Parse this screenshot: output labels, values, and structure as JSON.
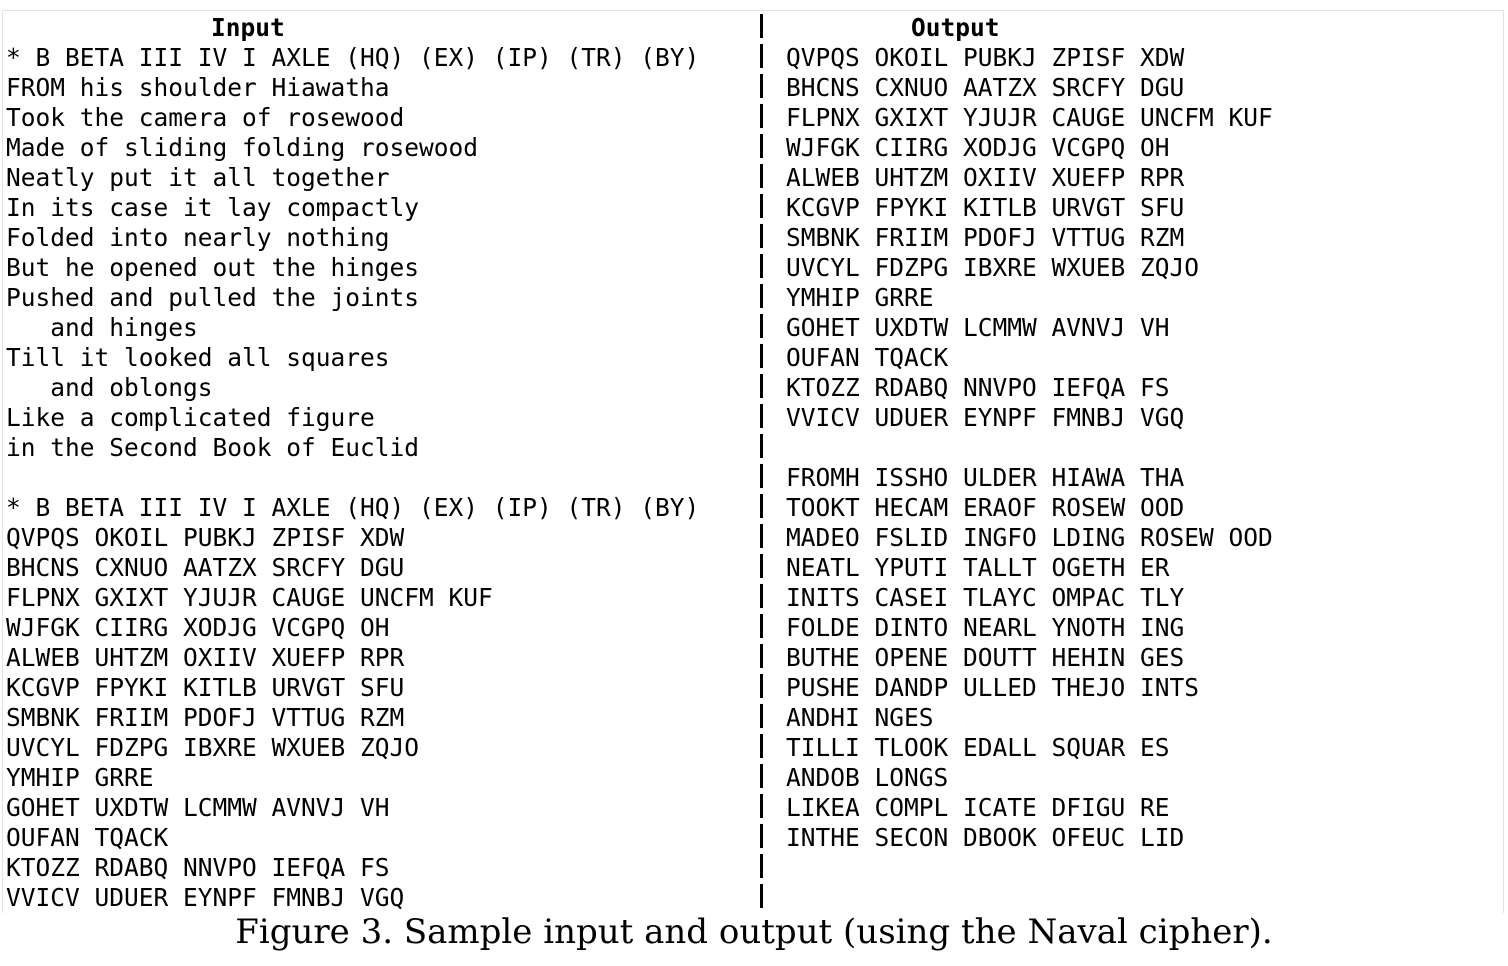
{
  "figure": {
    "input_heading": "Input",
    "output_heading": "Output",
    "input_lines": [
      "* B BETA III IV I AXLE (HQ) (EX) (IP) (TR) (BY)",
      "FROM his shoulder Hiawatha",
      "Took the camera of rosewood",
      "Made of sliding folding rosewood",
      "Neatly put it all together",
      "In its case it lay compactly",
      "Folded into nearly nothing",
      "But he opened out the hinges",
      "Pushed and pulled the joints",
      "   and hinges",
      "Till it looked all squares",
      "   and oblongs",
      "Like a complicated figure",
      "in the Second Book of Euclid",
      "",
      "* B BETA III IV I AXLE (HQ) (EX) (IP) (TR) (BY)",
      "QVPQS OKOIL PUBKJ ZPISF XDW",
      "BHCNS CXNUO AATZX SRCFY DGU",
      "FLPNX GXIXT YJUJR CAUGE UNCFM KUF",
      "WJFGK CIIRG XODJG VCGPQ OH",
      "ALWEB UHTZM OXIIV XUEFP RPR",
      "KCGVP FPYKI KITLB URVGT SFU",
      "SMBNK FRIIM PDOFJ VTTUG RZM",
      "UVCYL FDZPG IBXRE WXUEB ZQJO",
      "YMHIP GRRE",
      "GOHET UXDTW LCMMW AVNVJ VH",
      "OUFAN TQACK",
      "KTOZZ RDABQ NNVPO IEFQA FS",
      "VVICV UDUER EYNPF FMNBJ VGQ"
    ],
    "output_lines": [
      "QVPQS OKOIL PUBKJ ZPISF XDW",
      "BHCNS CXNUO AATZX SRCFY DGU",
      "FLPNX GXIXT YJUJR CAUGE UNCFM KUF",
      "WJFGK CIIRG XODJG VCGPQ OH",
      "ALWEB UHTZM OXIIV XUEFP RPR",
      "KCGVP FPYKI KITLB URVGT SFU",
      "SMBNK FRIIM PDOFJ VTTUG RZM",
      "UVCYL FDZPG IBXRE WXUEB ZQJO",
      "YMHIP GRRE",
      "GOHET UXDTW LCMMW AVNVJ VH",
      "OUFAN TQACK",
      "KTOZZ RDABQ NNVPO IEFQA FS",
      "VVICV UDUER EYNPF FMNBJ VGQ",
      "",
      "FROMH ISSHO ULDER HIAWA THA",
      "TOOKT HECAM ERAOF ROSEW OOD",
      "MADEO FSLID INGFO LDING ROSEW OOD",
      "NEATL YPUTI TALLT OGETH ER",
      "INITS CASEI TLAYC OMPAC TLY",
      "FOLDE DINTO NEARL YNOTH ING",
      "BUTHE OPENE DOUTT HEHIN GES",
      "PUSHE DANDP ULLED THEJO INTS",
      "ANDHI NGES",
      "TILLI TLOOK EDALL SQUAR ES",
      "ANDOB LONGS",
      "LIKEA COMPL ICATE DFIGU RE",
      "INTHE SECON DBOOK OFEUC LID"
    ],
    "caption": "Figure 3. Sample input and output (using the Naval cipher)."
  }
}
